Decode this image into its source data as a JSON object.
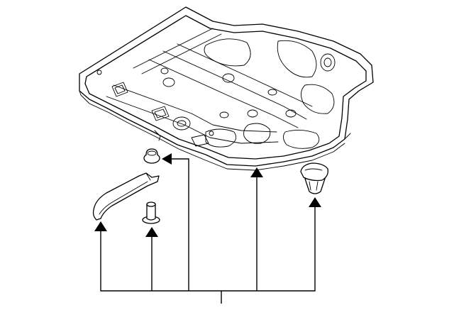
{
  "diagram": {
    "background": "#ffffff",
    "line_color": "#000000",
    "parts": [
      {
        "id": "under-cover",
        "icon": "underbody-splash-shield"
      },
      {
        "id": "push-clip",
        "icon": "push-retainer-clip"
      },
      {
        "id": "strap",
        "icon": "shield-strap-bracket"
      },
      {
        "id": "bolt",
        "icon": "flange-bolt"
      },
      {
        "id": "grommet-nut",
        "icon": "grommet-nut-clip"
      }
    ]
  }
}
